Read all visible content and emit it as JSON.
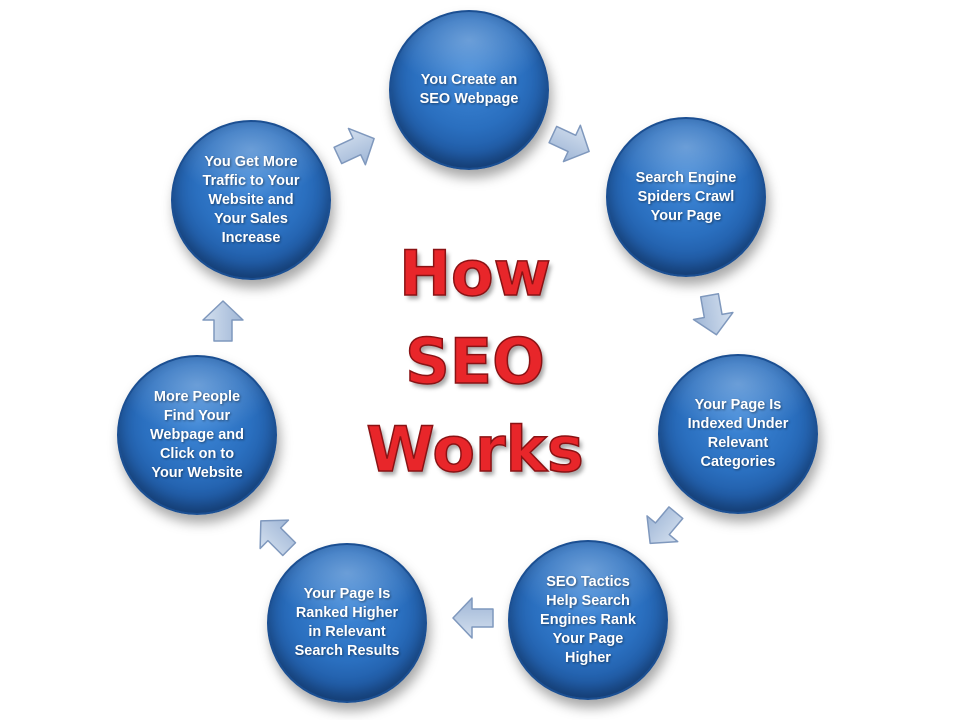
{
  "title": {
    "lines": [
      "How",
      "SEO",
      "Works"
    ]
  },
  "colors": {
    "node_fill": "#2a6fbf",
    "arrow_fill": "#9fb6d6",
    "title_color": "#e8262a"
  },
  "steps": [
    {
      "label": "You Create an\nSEO Webpage"
    },
    {
      "label": "Search Engine\nSpiders Crawl\nYour Page"
    },
    {
      "label": "Your Page Is\nIndexed Under\nRelevant\nCategories"
    },
    {
      "label": "SEO Tactics\nHelp Search\nEngines Rank\nYour Page\nHigher"
    },
    {
      "label": "Your Page Is\nRanked Higher\nin Relevant\nSearch Results"
    },
    {
      "label": "More People\nFind Your\nWebpage and\nClick on to\nYour Website"
    },
    {
      "label": "You Get More\nTraffic to Your\nWebsite and\nYour Sales\nIncrease"
    }
  ]
}
